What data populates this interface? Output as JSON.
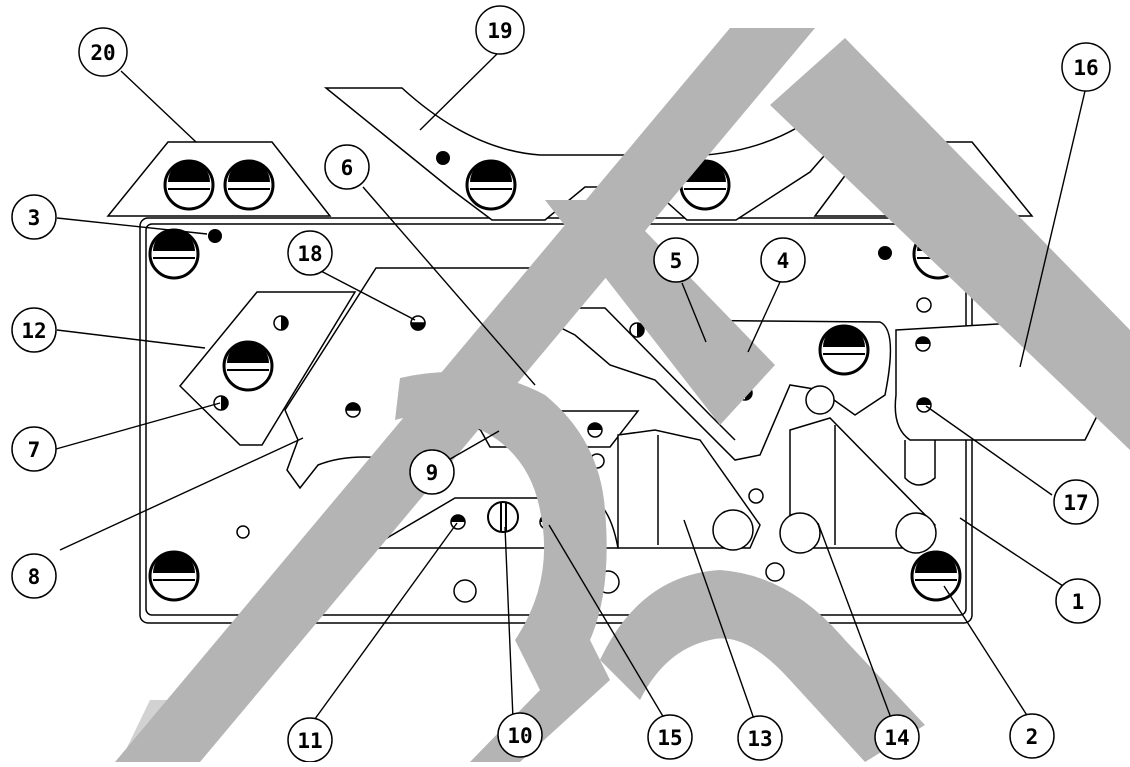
{
  "diagram": {
    "callouts": {
      "c1": "1",
      "c2": "2",
      "c3": "3",
      "c4": "4",
      "c5": "5",
      "c6": "6",
      "c7": "7",
      "c8": "8",
      "c9": "9",
      "c10": "10",
      "c11": "11",
      "c12": "12",
      "c13": "13",
      "c14": "14",
      "c15": "15",
      "c16": "16",
      "c17": "17",
      "c18": "18",
      "c19": "19",
      "c20": "20"
    },
    "colors": {
      "ink": "#000000",
      "paper": "#ffffff",
      "watermark": "#b4b4b4"
    }
  }
}
